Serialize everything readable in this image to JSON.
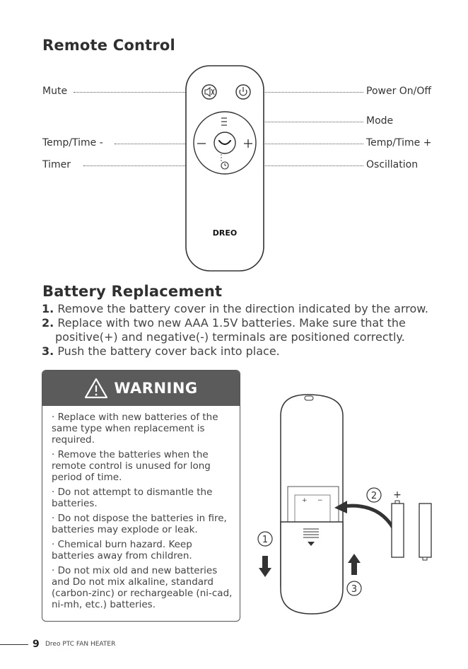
{
  "remote_section": {
    "title": "Remote Control",
    "labels": {
      "mute": "Mute",
      "temp_time_minus": "Temp/Time -",
      "timer": "Timer",
      "power": "Power On/Off",
      "mode": "Mode",
      "temp_time_plus": "Temp/Time +",
      "oscillation": "Oscillation"
    },
    "brand": "DREO"
  },
  "battery_section": {
    "title": "Battery Replacement",
    "steps": [
      {
        "num": "1.",
        "text": "Remove the battery cover in the direction indicated by the arrow."
      },
      {
        "num": "2.",
        "text": "Replace with two new AAA 1.5V batteries. Make sure that the"
      },
      {
        "num": "",
        "text": "positive(+) and negative(-) terminals are positioned correctly."
      },
      {
        "num": "3.",
        "text": "Push the battery cover back into place."
      }
    ]
  },
  "warning": {
    "title": "WARNING",
    "items": [
      "· Replace with new batteries of the same type when replacement is required.",
      "· Remove the batteries when the remote control is unused for long period of time.",
      "· Do not attempt to dismantle the batteries.",
      "· Do not dispose the batteries in fire, batteries may explode or leak.",
      "· Chemical burn hazard. Keep batteries away from children.",
      "· Do not mix old and new batteries and Do not mix alkaline, standard (carbon-zinc) or rechargeable (ni-cad, ni-mh, etc.) batteries."
    ]
  },
  "diagram": {
    "step_markers": [
      "1",
      "2",
      "3"
    ],
    "plus": "+",
    "minus": "−",
    "plus_small": "+"
  },
  "footer": {
    "page_number": "9",
    "text": "Dreo PTC FAN HEATER"
  }
}
